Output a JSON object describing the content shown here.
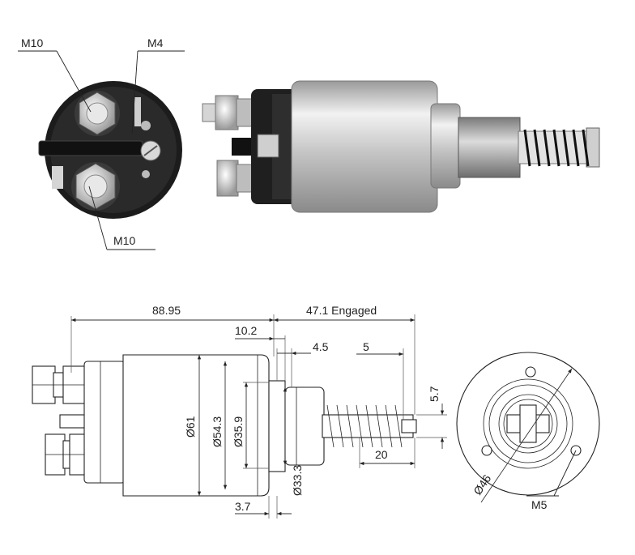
{
  "callouts": {
    "top_m10": "M10",
    "m4": "M4",
    "bottom_m10": "M10",
    "m5": "M5"
  },
  "dimensions": {
    "overall_length": "88.95",
    "engaged": "47.1 Engaged",
    "d_10_2": "10.2",
    "d_4_5": "4.5",
    "d_5": "5",
    "d_5_7": "5.7",
    "dia_61": "Ø61",
    "dia_54_3": "Ø54.3",
    "dia_35_9": "Ø35.9",
    "dia_33_3": "Ø33.3",
    "d_20": "20",
    "d_3_7": "3.7",
    "dia_46": "Ø46"
  },
  "colors": {
    "metal": "#c9c9c9",
    "dark_cap": "#1e1e1e"
  }
}
